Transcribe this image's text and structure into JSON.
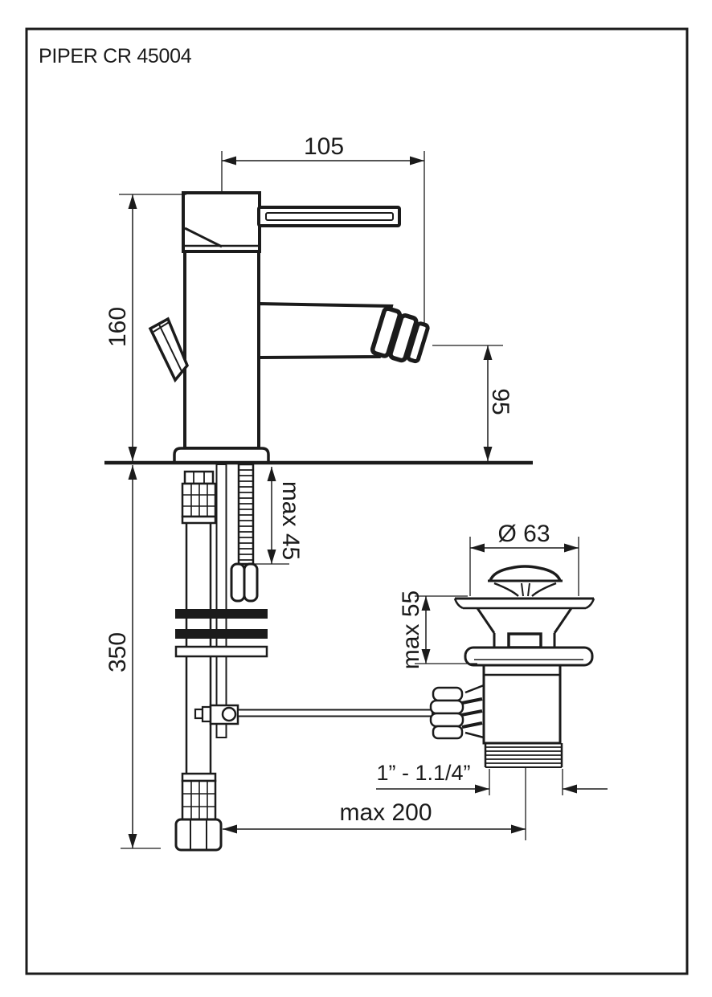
{
  "page": {
    "title": "PIPER CR 45004"
  },
  "drawing": {
    "type": "technical-dimension-drawing",
    "subject": "single-lever bidet mixer with pop-up waste, side elevation",
    "units": "mm",
    "labels": {
      "spout_reach": "105",
      "body_height": "160",
      "spout_height": "95",
      "deck_thickness": "max 45",
      "under_counter_length": "350",
      "waste_flange_diameter": "Ø 63",
      "waste_top_height": "max 55",
      "waste_thread": "1” - 1.1/4”",
      "rod_reach": "max  200"
    }
  }
}
